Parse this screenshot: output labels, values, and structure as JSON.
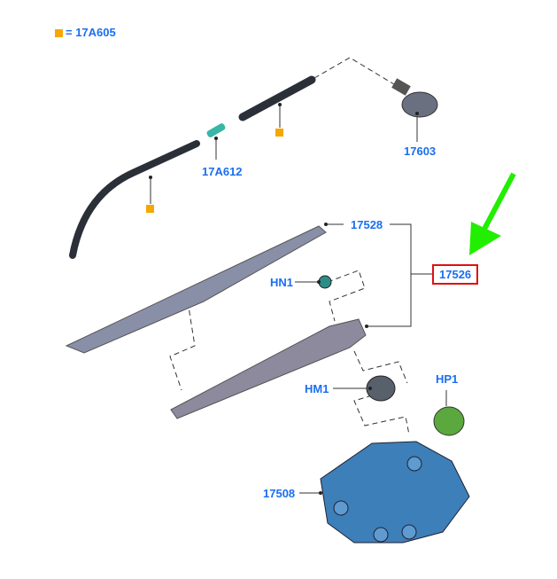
{
  "legend": {
    "marker_color": "#f5a800",
    "text": "= 17A605"
  },
  "callouts": {
    "hose_connector": "17A612",
    "washer_jet": "17603",
    "wiper_blade": "17528",
    "wiper_arm_assembly": "17526",
    "nut": "HN1",
    "cap_mount": "HM1",
    "cap": "HP1",
    "motor": "17508"
  },
  "colors": {
    "label": "#1a6ef0",
    "highlight_box": "#e01010",
    "arrow": "#22ee00"
  }
}
